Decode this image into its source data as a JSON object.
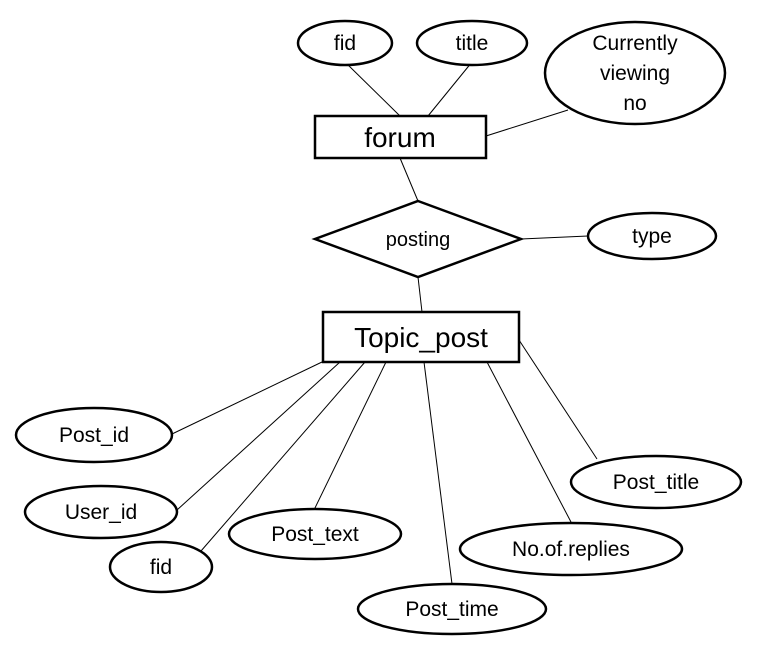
{
  "entities": {
    "forum": "forum",
    "topic_post": "Topic_post"
  },
  "relationship": {
    "posting": "posting"
  },
  "forum_attributes": {
    "fid": "fid",
    "title": "title",
    "currently_viewing": [
      "Currently",
      "viewing",
      "no"
    ]
  },
  "relationship_attributes": {
    "type": "type"
  },
  "topic_post_attributes": {
    "post_id": "Post_id",
    "user_id": "User_id",
    "fid": "fid",
    "post_text": "Post_text",
    "post_time": "Post_time",
    "no_of_replies": "No.of.replies",
    "post_title": "Post_title"
  }
}
